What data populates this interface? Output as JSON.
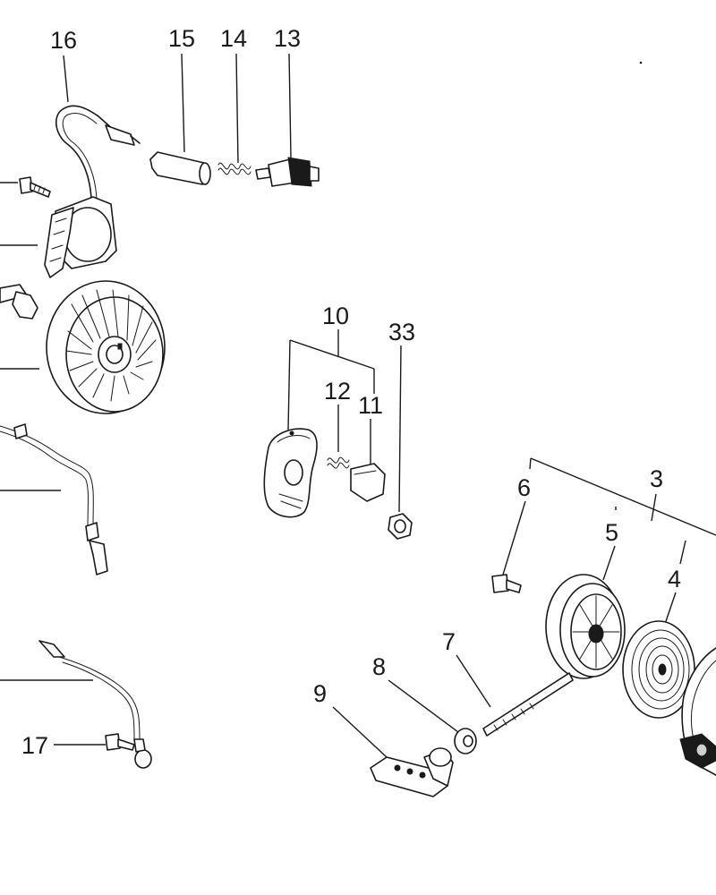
{
  "diagram": {
    "callouts": {
      "c3": "3",
      "c4": "4",
      "c5": "5",
      "c6": "6",
      "c7": "7",
      "c8": "8",
      "c9": "9",
      "c10": "10",
      "c11": "11",
      "c12": "12",
      "c13": "13",
      "c14": "14",
      "c15": "15",
      "c16": "16",
      "c17": "17",
      "c33": "33"
    },
    "line_color": "#1a1a1a",
    "background": "#ffffff"
  }
}
